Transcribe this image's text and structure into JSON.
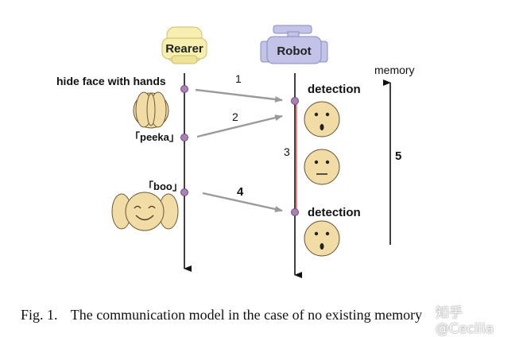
{
  "actors": {
    "rearer": "Rearer",
    "robot": "Robot"
  },
  "labels": {
    "hide_face": "hide face with hands",
    "peeka": "「peeka」",
    "boo": "「boo」",
    "detection_1": "detection",
    "detection_2": "detection",
    "memory": "memory"
  },
  "arrows": {
    "a1": "1",
    "a2": "2",
    "a3": "3",
    "a4": "4",
    "a5": "5"
  },
  "caption": {
    "label": "Fig. 1.",
    "text": "The communication model in the case of no existing memory"
  },
  "watermark": "知乎 @Cecilia",
  "colors": {
    "face_fill": "#f1dca6",
    "face_stroke": "#6b5a3a",
    "node_fill": "#a981b8",
    "robot_fill": "#c2c3e6",
    "rearer_fill": "#f6efb0",
    "arrow_gray": "#9a9a9a",
    "highlight_red": "#e23b3b"
  }
}
